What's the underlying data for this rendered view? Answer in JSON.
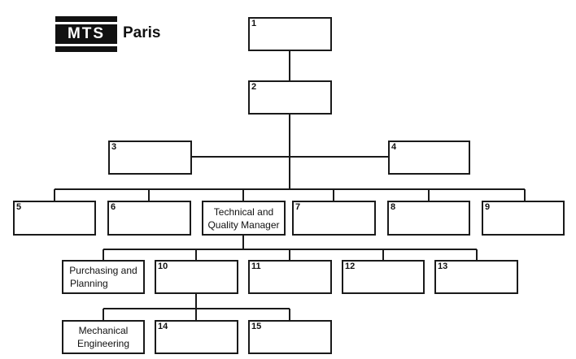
{
  "header": {
    "logo_text": "MTS",
    "city": "Paris"
  },
  "boxes": {
    "b1": {
      "number": "1",
      "label": ""
    },
    "b2": {
      "number": "2",
      "label": ""
    },
    "b3": {
      "number": "3",
      "label": ""
    },
    "b4": {
      "number": "4",
      "label": ""
    },
    "b5": {
      "number": "5",
      "label": ""
    },
    "b6": {
      "number": "6",
      "label": ""
    },
    "tqm": {
      "number": "",
      "label_line1": "Technical and",
      "label_line2": "Quality Manager"
    },
    "b7": {
      "number": "7",
      "label": ""
    },
    "b8": {
      "number": "8",
      "label": ""
    },
    "b9": {
      "number": "9",
      "label": ""
    },
    "purch": {
      "number": "",
      "label_line1": "Purchasing and",
      "label_line2": "Planning"
    },
    "b10": {
      "number": "10",
      "label": ""
    },
    "b11": {
      "number": "11",
      "label": ""
    },
    "b12": {
      "number": "12",
      "label": ""
    },
    "b13": {
      "number": "13",
      "label": ""
    },
    "mech": {
      "number": "",
      "label_line1": "Mechanical",
      "label_line2": "Engineering"
    },
    "b14": {
      "number": "14",
      "label": ""
    },
    "b15": {
      "number": "15",
      "label": ""
    }
  }
}
